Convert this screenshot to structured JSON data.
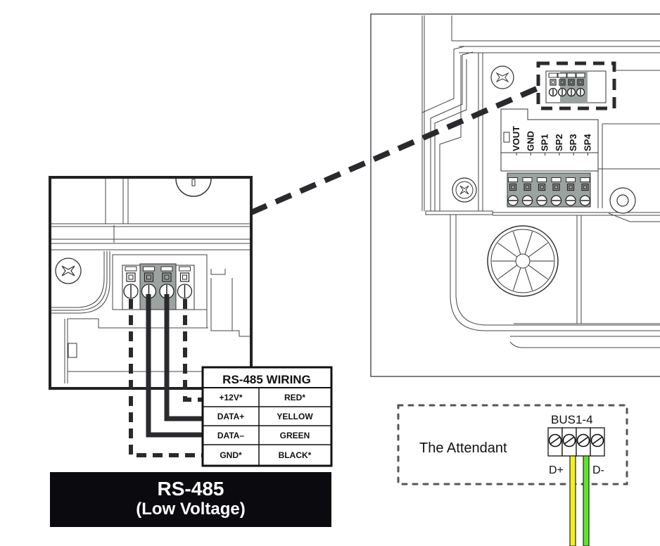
{
  "diagram": {
    "title": "RS-485 Wiring Diagram",
    "wiring_table": {
      "title": "RS-485 WIRING",
      "rows": [
        {
          "signal": "+12V*",
          "color": "RED*",
          "line_style": "dashed"
        },
        {
          "signal": "DATA+",
          "color": "YELLOW",
          "line_style": "solid"
        },
        {
          "signal": "DATA–",
          "color": "GREEN",
          "line_style": "solid"
        },
        {
          "signal": "GND*",
          "color": "BLACK*",
          "line_style": "dashed"
        }
      ]
    },
    "terminal_labels": [
      "VOUT",
      "GND",
      "SP1",
      "SP2",
      "SP3",
      "SP4"
    ],
    "banner": {
      "line1": "RS-485",
      "line2": "(Low Voltage)"
    },
    "attendant": {
      "name": "The Attendant",
      "bus_label": "BUS1-4",
      "d_plus": "D+",
      "d_minus": "D-",
      "wire_colors": {
        "d_plus": "#f2f21a",
        "d_minus": "#5de62a"
      }
    },
    "colors": {
      "ink": "#2a2a2e",
      "terminal_highlight": "#9aa39f",
      "line": "#333333",
      "banner_bg": "#0a0a0f"
    }
  }
}
